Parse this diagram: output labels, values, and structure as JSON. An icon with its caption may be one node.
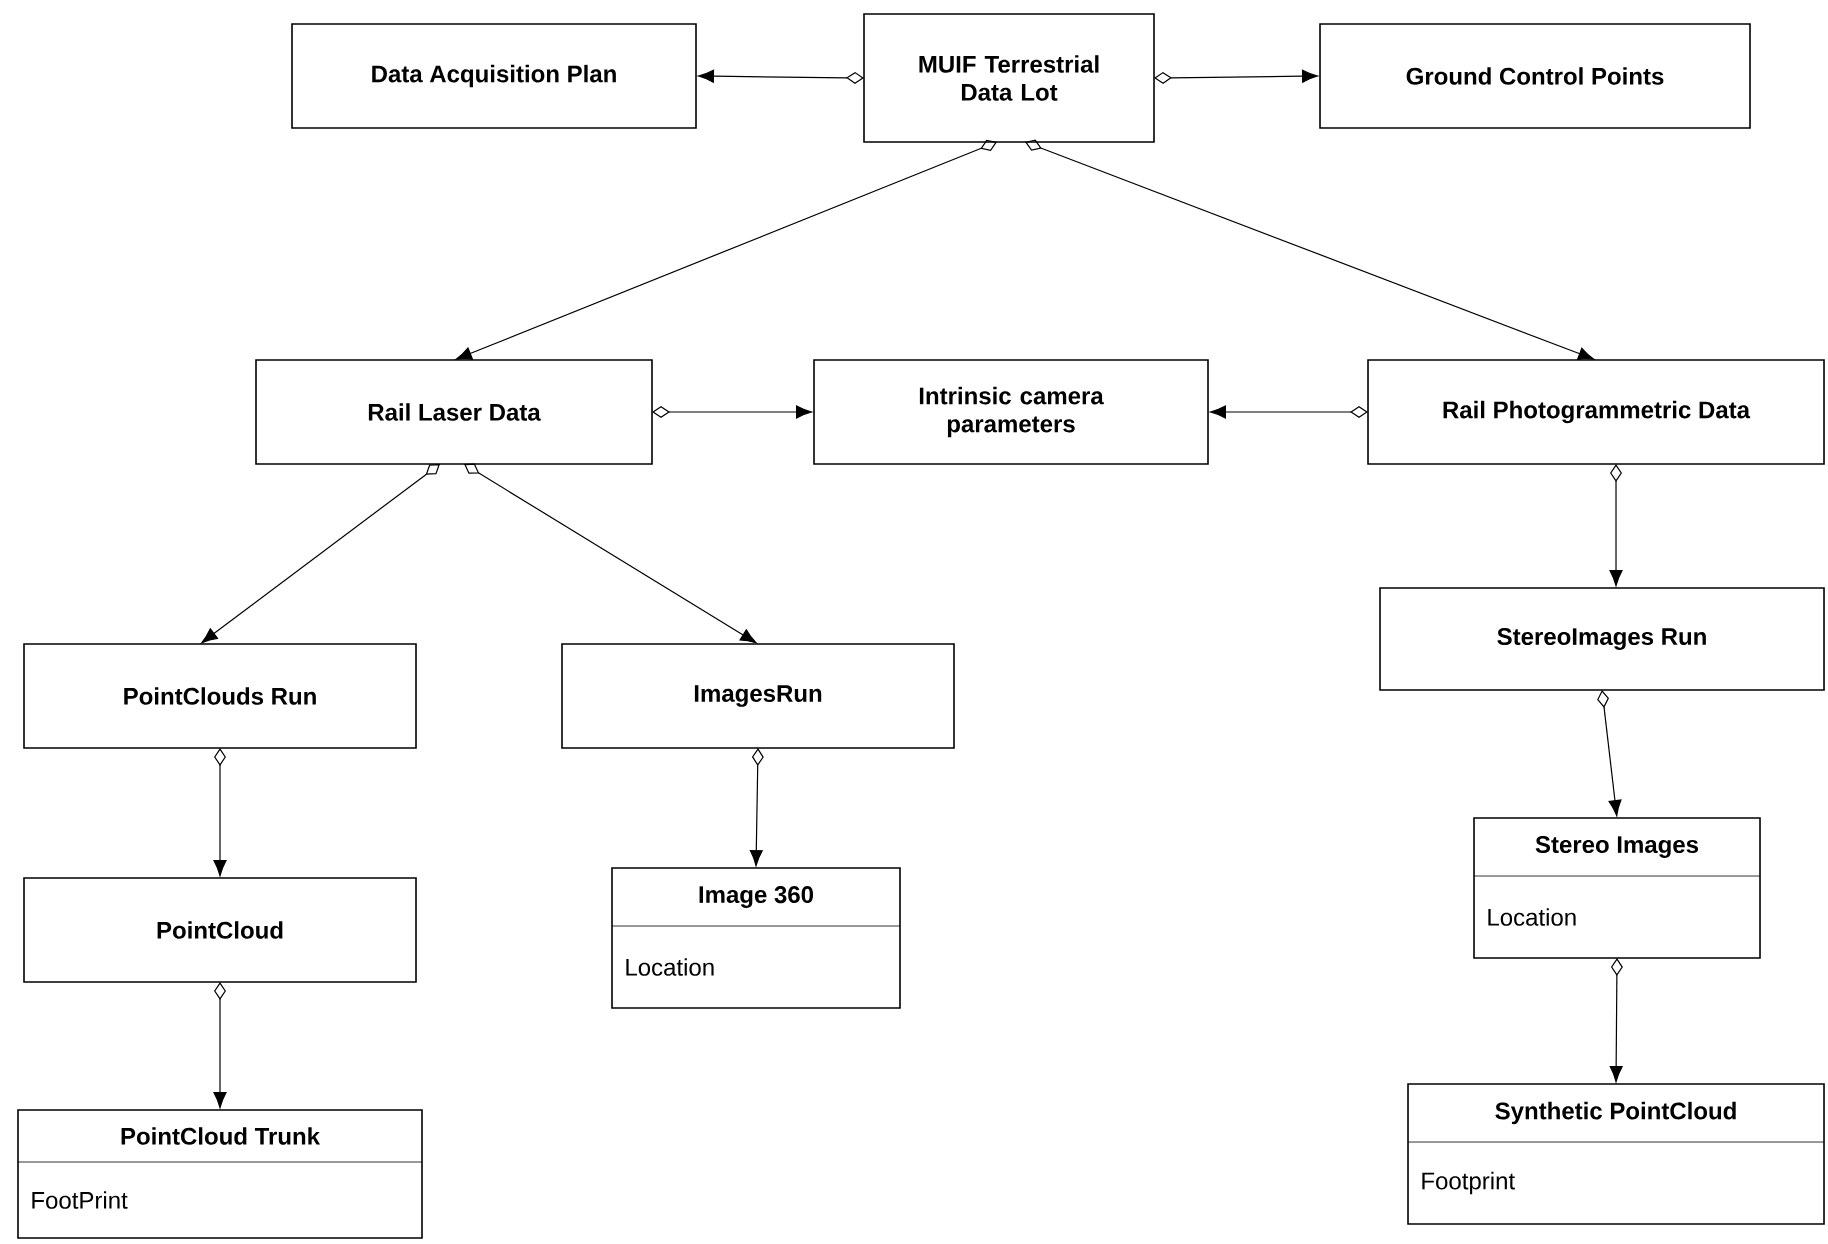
{
  "diagram": {
    "nodes": [
      {
        "text": [
          "MUIF Terrestrial Data Lot"
        ]
      },
      {
        "text": [
          "Data Acquisition Plan"
        ]
      },
      {
        "text": [
          "Ground Control Points"
        ]
      },
      {
        "text": [
          "Rail Laser Data"
        ]
      },
      {
        "text": [
          "Intrinsic camera parameters"
        ]
      },
      {
        "text": [
          "Rail Photogrammetric Data"
        ]
      },
      {
        "text": [
          "PointClouds Run"
        ]
      },
      {
        "text": [
          "ImagesRun"
        ]
      },
      {
        "text": [
          "Image 360",
          "Location"
        ]
      },
      {
        "text": [
          "PointCloud"
        ]
      },
      {
        "text": [
          "PointCloud Trunk",
          "FootPrint"
        ]
      },
      {
        "text": [
          "StereoImages Run"
        ]
      },
      {
        "text": [
          "Stereo Images",
          "Location"
        ]
      },
      {
        "text": [
          "Synthetic PointCloud",
          "Footprint"
        ]
      }
    ],
    "edges": [
      {
        "from": 0,
        "to": 1,
        "arrow": "to"
      },
      {
        "from": 0,
        "to": 2,
        "arrow": "to"
      },
      {
        "from": 0,
        "to": 3,
        "arrow": "to"
      },
      {
        "from": 0,
        "to": 5,
        "arrow": "to"
      },
      {
        "from": 3,
        "to": 4,
        "arrow": "to"
      },
      {
        "from": 5,
        "to": 4,
        "arrow": "to"
      },
      {
        "from": 3,
        "to": 6,
        "arrow": "to"
      },
      {
        "from": 3,
        "to": 7,
        "arrow": "to"
      },
      {
        "from": 5,
        "to": 11,
        "arrow": "to"
      },
      {
        "from": 6,
        "to": 9,
        "arrow": "to"
      },
      {
        "from": 9,
        "to": 10,
        "arrow": "to"
      },
      {
        "from": 7,
        "to": 8,
        "arrow": "to"
      },
      {
        "from": 11,
        "to": 12,
        "arrow": "to"
      },
      {
        "from": 12,
        "to": 13,
        "arrow": "to"
      }
    ]
  }
}
